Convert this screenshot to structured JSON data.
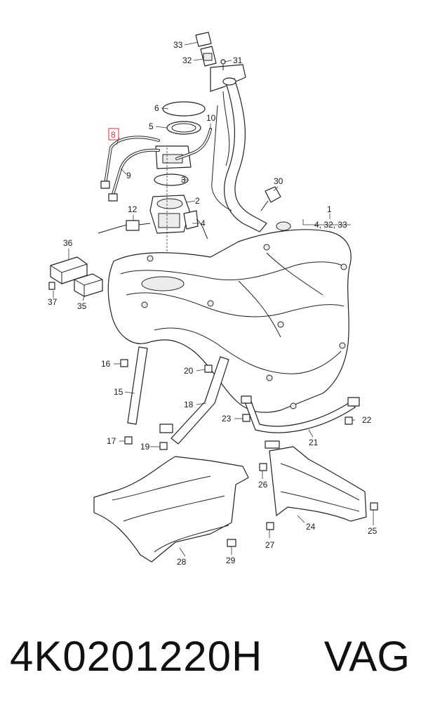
{
  "labels": {
    "p1": "1",
    "p1_sub": "4, 32, 33",
    "p2": "2",
    "p3": "3",
    "p4": "4",
    "p5": "5",
    "p6": "6",
    "p8": "8",
    "p9": "9",
    "p10": "10",
    "p12": "12",
    "p15": "15",
    "p16": "16",
    "p17": "17",
    "p18": "18",
    "p19": "19",
    "p20": "20",
    "p21": "21",
    "p22": "22",
    "p23": "23",
    "p24": "24",
    "p25": "25",
    "p26": "26",
    "p27": "27",
    "p28": "28",
    "p29": "29",
    "p30": "30",
    "p31": "31",
    "p32": "32",
    "p33": "33",
    "p35": "35",
    "p36": "36",
    "p37": "37"
  },
  "footer": {
    "part_number": "4K0201220H",
    "brand": "VAG"
  },
  "colors": {
    "highlight": "#e0323c"
  }
}
